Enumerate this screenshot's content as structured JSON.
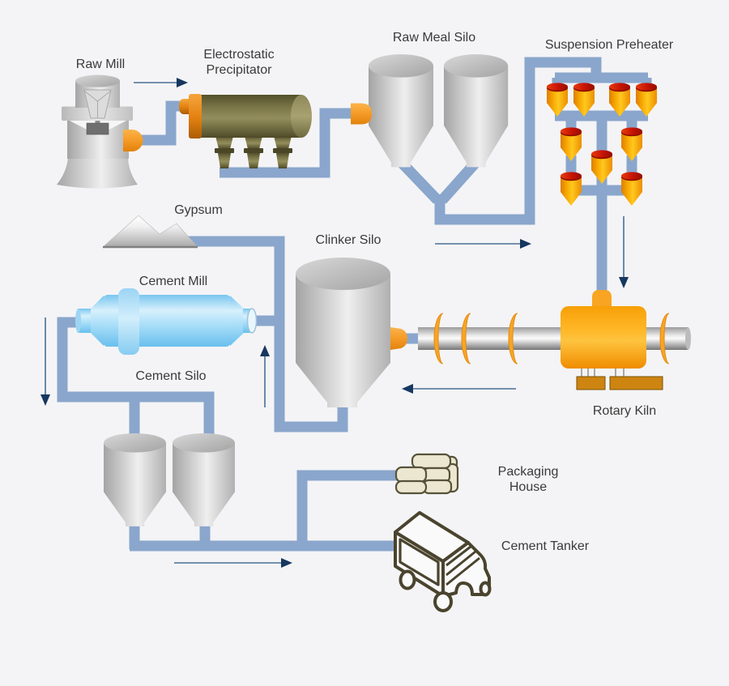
{
  "diagram": {
    "type": "process-flow",
    "background": "#f4f4f6",
    "colors": {
      "pipe_edge": "#8aa6cc",
      "pipe_mid": "#b5cbe6",
      "pipe_core": "#d8e4f2",
      "arrow_head": "#16375f",
      "arrow_shaft": "#4a6e96",
      "nozzle_orange": "#f69d2a",
      "cyclone_body_gold": "#ffc81f",
      "cyclone_cap_red": "#c51303",
      "precipitator_olive": "#938e5c",
      "kiln_body_orange": "#ffba2b",
      "kiln_support_brown": "#cd8410",
      "mill_blue": "#a6ddf8",
      "silo_gray": "#cdcdcd",
      "bag_cream": "#ece7d1",
      "truck_outline": "#4a442e",
      "label_text": "#3a3a3a"
    },
    "nodes": [
      {
        "id": "raw-mill",
        "label": "Raw Mill"
      },
      {
        "id": "electrostatic-precipitator",
        "label": "Electrostatic Precipitator",
        "label_lines": [
          "Electrostatic",
          "Precipitator"
        ]
      },
      {
        "id": "raw-meal-silo",
        "label": "Raw Meal Silo"
      },
      {
        "id": "suspension-preheater",
        "label": "Suspension Preheater"
      },
      {
        "id": "gypsum",
        "label": "Gypsum"
      },
      {
        "id": "clinker-silo",
        "label": "Clinker Silo"
      },
      {
        "id": "cement-mill",
        "label": "Cement Mill"
      },
      {
        "id": "cement-silo",
        "label": "Cement Silo"
      },
      {
        "id": "rotary-kiln",
        "label": "Rotary Kiln"
      },
      {
        "id": "packaging-house",
        "label": "Packaging House",
        "label_lines": [
          "Packaging",
          "House"
        ]
      },
      {
        "id": "cement-tanker",
        "label": "Cement Tanker"
      }
    ],
    "flows": [
      {
        "from": "raw-mill",
        "to": "electrostatic-precipitator",
        "direction": "right"
      },
      {
        "from": "raw-meal-silo",
        "to": "suspension-preheater",
        "direction": "right"
      },
      {
        "from": "suspension-preheater",
        "to": "rotary-kiln",
        "direction": "down"
      },
      {
        "from": "rotary-kiln",
        "to": "clinker-silo",
        "direction": "left"
      },
      {
        "from": "clinker-silo",
        "to": "cement-mill",
        "direction": "up"
      },
      {
        "from": "cement-mill",
        "to": "cement-silo",
        "direction": "down"
      },
      {
        "from": "cement-silo",
        "to": "packaging-house-and-cement-tanker",
        "direction": "right"
      }
    ]
  }
}
